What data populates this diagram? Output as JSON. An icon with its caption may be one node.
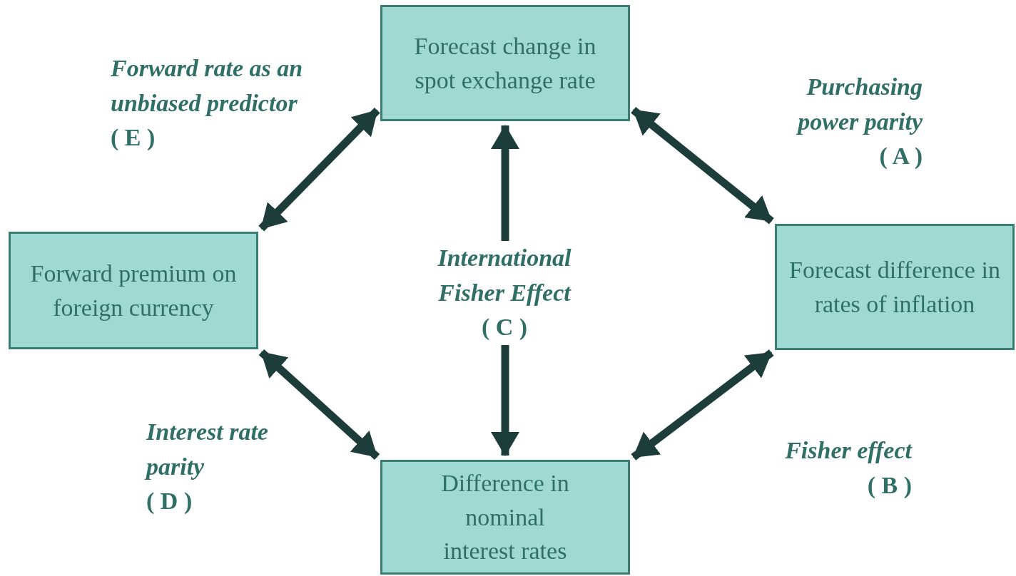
{
  "diagram": {
    "nodes": [
      {
        "text": [
          "Forecast change in spot exchange rate"
        ]
      },
      {
        "text": [
          "Forward premium on foreign currency"
        ]
      },
      {
        "text": [
          "Forecast difference in rates of inflation"
        ]
      },
      {
        "text": [
          "Difference in nominal interest rates"
        ]
      }
    ],
    "edges": [
      {
        "from": 1,
        "to": 0,
        "arrow": "both",
        "label": "*Forward rate as an unbiased predictor* ( E )"
      },
      {
        "from": 0,
        "to": 2,
        "arrow": "both",
        "label": "*Purchasing power parity* ( A )"
      },
      {
        "from": 0,
        "to": 3,
        "arrow": "both",
        "label": "*International Fisher Effect* ( C )"
      },
      {
        "from": 2,
        "to": 3,
        "arrow": "both",
        "label": "*Fisher effect* ( B )"
      },
      {
        "from": 1,
        "to": 3,
        "arrow": "both",
        "label": "*Interest rate parity* ( D )"
      }
    ]
  }
}
